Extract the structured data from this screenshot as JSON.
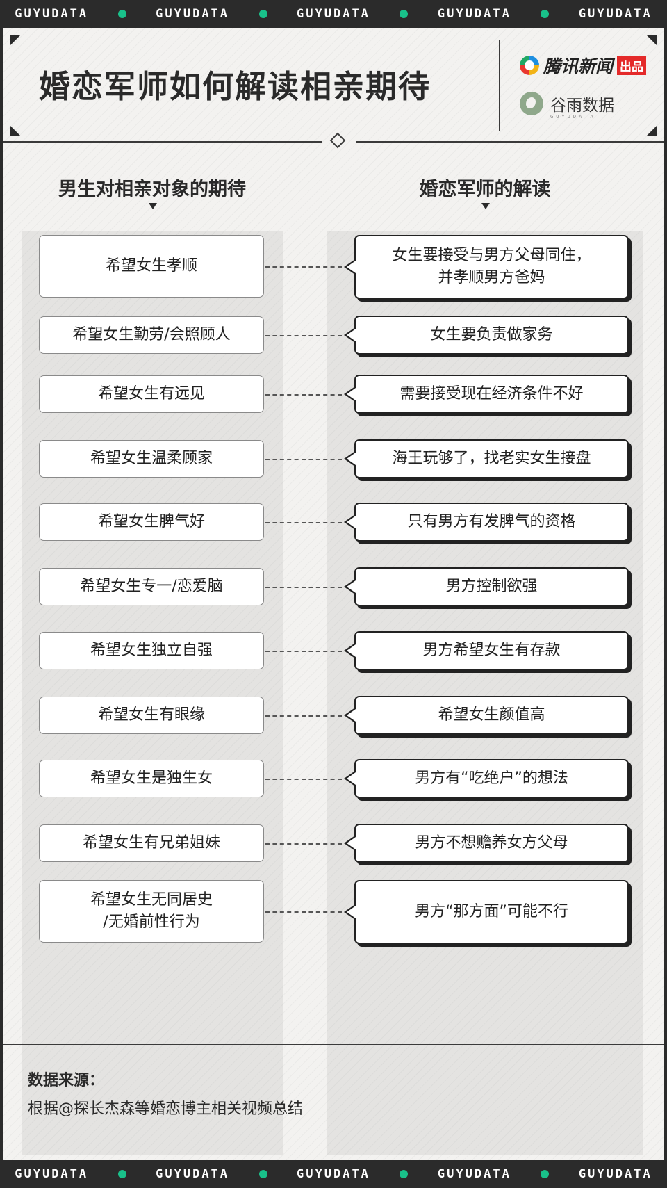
{
  "marquee": [
    "GUYUDATA",
    "GUYUDATA",
    "GUYUDATA",
    "GUYUDATA",
    "GUYUDATA"
  ],
  "header": {
    "title": "婚恋军师如何解读相亲期待",
    "brand_tencent": "腾讯新闻",
    "brand_tencent_tag": "出品",
    "brand_guyu": "谷雨数据",
    "brand_guyu_sub": "GUYUDATA"
  },
  "columns": {
    "left_heading": "男生对相亲对象的期待",
    "right_heading": "婚恋军师的解读"
  },
  "rows": [
    {
      "expectation": "希望女生孝顺",
      "interpretation": "女生要接受与男方父母同住，\n并孝顺男方爸妈"
    },
    {
      "expectation": "希望女生勤劳/会照顾人",
      "interpretation": "女生要负责做家务"
    },
    {
      "expectation": "希望女生有远见",
      "interpretation": "需要接受现在经济条件不好"
    },
    {
      "expectation": "希望女生温柔顾家",
      "interpretation": "海王玩够了，找老实女生接盘"
    },
    {
      "expectation": "希望女生脾气好",
      "interpretation": "只有男方有发脾气的资格"
    },
    {
      "expectation": "希望女生专一/恋爱脑",
      "interpretation": "男方控制欲强"
    },
    {
      "expectation": "希望女生独立自强",
      "interpretation": "男方希望女生有存款"
    },
    {
      "expectation": "希望女生有眼缘",
      "interpretation": "希望女生颜值高"
    },
    {
      "expectation": "希望女生是独生女",
      "interpretation": "男方有“吃绝户”的想法"
    },
    {
      "expectation": "希望女生有兄弟姐妹",
      "interpretation": "男方不想赡养女方父母"
    },
    {
      "expectation": "希望女生无同居史\n/无婚前性行为",
      "interpretation": "男方“那方面”可能不行"
    }
  ],
  "source": {
    "label": "数据来源：",
    "text": "根据@探长杰森等婚恋博主相关视频总结"
  },
  "colors": {
    "marquee_bg": "#2b2b2b",
    "marquee_dot": "#19c18a",
    "panel_bg": "#f3f2f0",
    "tag_red": "#e42a2a"
  }
}
